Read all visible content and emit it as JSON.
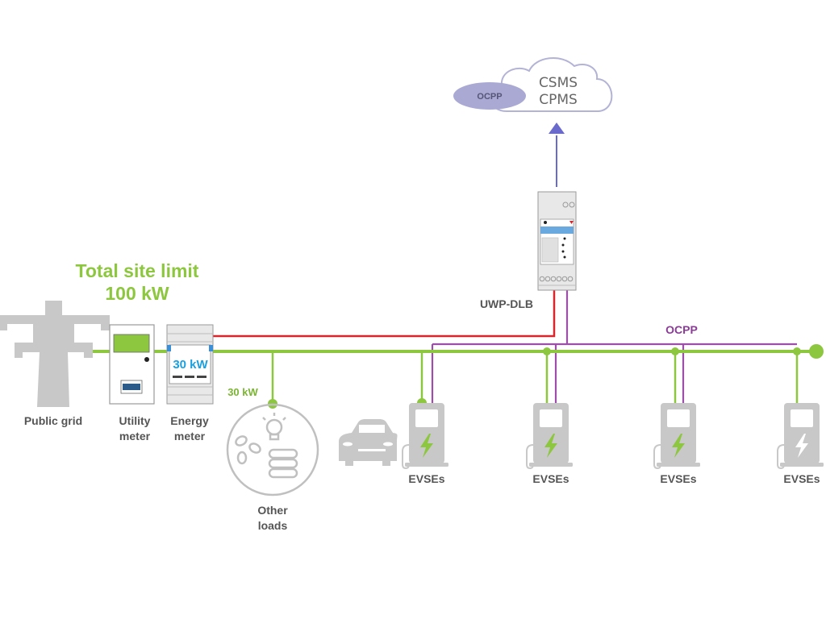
{
  "diagram": {
    "title": "Total site limit",
    "site_limit": "100 kW",
    "cloud": {
      "lines": [
        "CSMS",
        "CPMS"
      ],
      "protocol_badge": "OCPP"
    },
    "controller": {
      "label": "UWP-DLB"
    },
    "bus_protocol_label": "OCPP",
    "grid": {
      "label": "Public grid"
    },
    "utility_meter": {
      "label_lines": [
        "Utility",
        "meter"
      ]
    },
    "energy_meter": {
      "label_lines": [
        "Energy",
        "meter"
      ],
      "display_value": "30 kW"
    },
    "other_loads": {
      "label_lines": [
        "Other",
        "loads"
      ],
      "power": "30 kW"
    },
    "evses": [
      {
        "label": "EVSEs",
        "has_car": true,
        "ocpp_connected": true,
        "bolt_color": "#8dc63f"
      },
      {
        "label": "EVSEs",
        "has_car": false,
        "ocpp_connected": true,
        "bolt_color": "#8dc63f"
      },
      {
        "label": "EVSEs",
        "has_car": false,
        "ocpp_connected": true,
        "bolt_color": "#8dc63f"
      },
      {
        "label": "EVSEs",
        "has_car": false,
        "ocpp_connected": false,
        "bolt_color": "#ffffff"
      }
    ],
    "colors": {
      "power_line": "#8dc63f",
      "ocpp_line": "#9b4fa8",
      "meter_line": "#d9262c",
      "cloud_link": "#6a6acd",
      "device_gray": "#c8c8c8",
      "cloud_outline": "#b3b3d6",
      "ocpp_pill": "#a9a9d4"
    }
  }
}
